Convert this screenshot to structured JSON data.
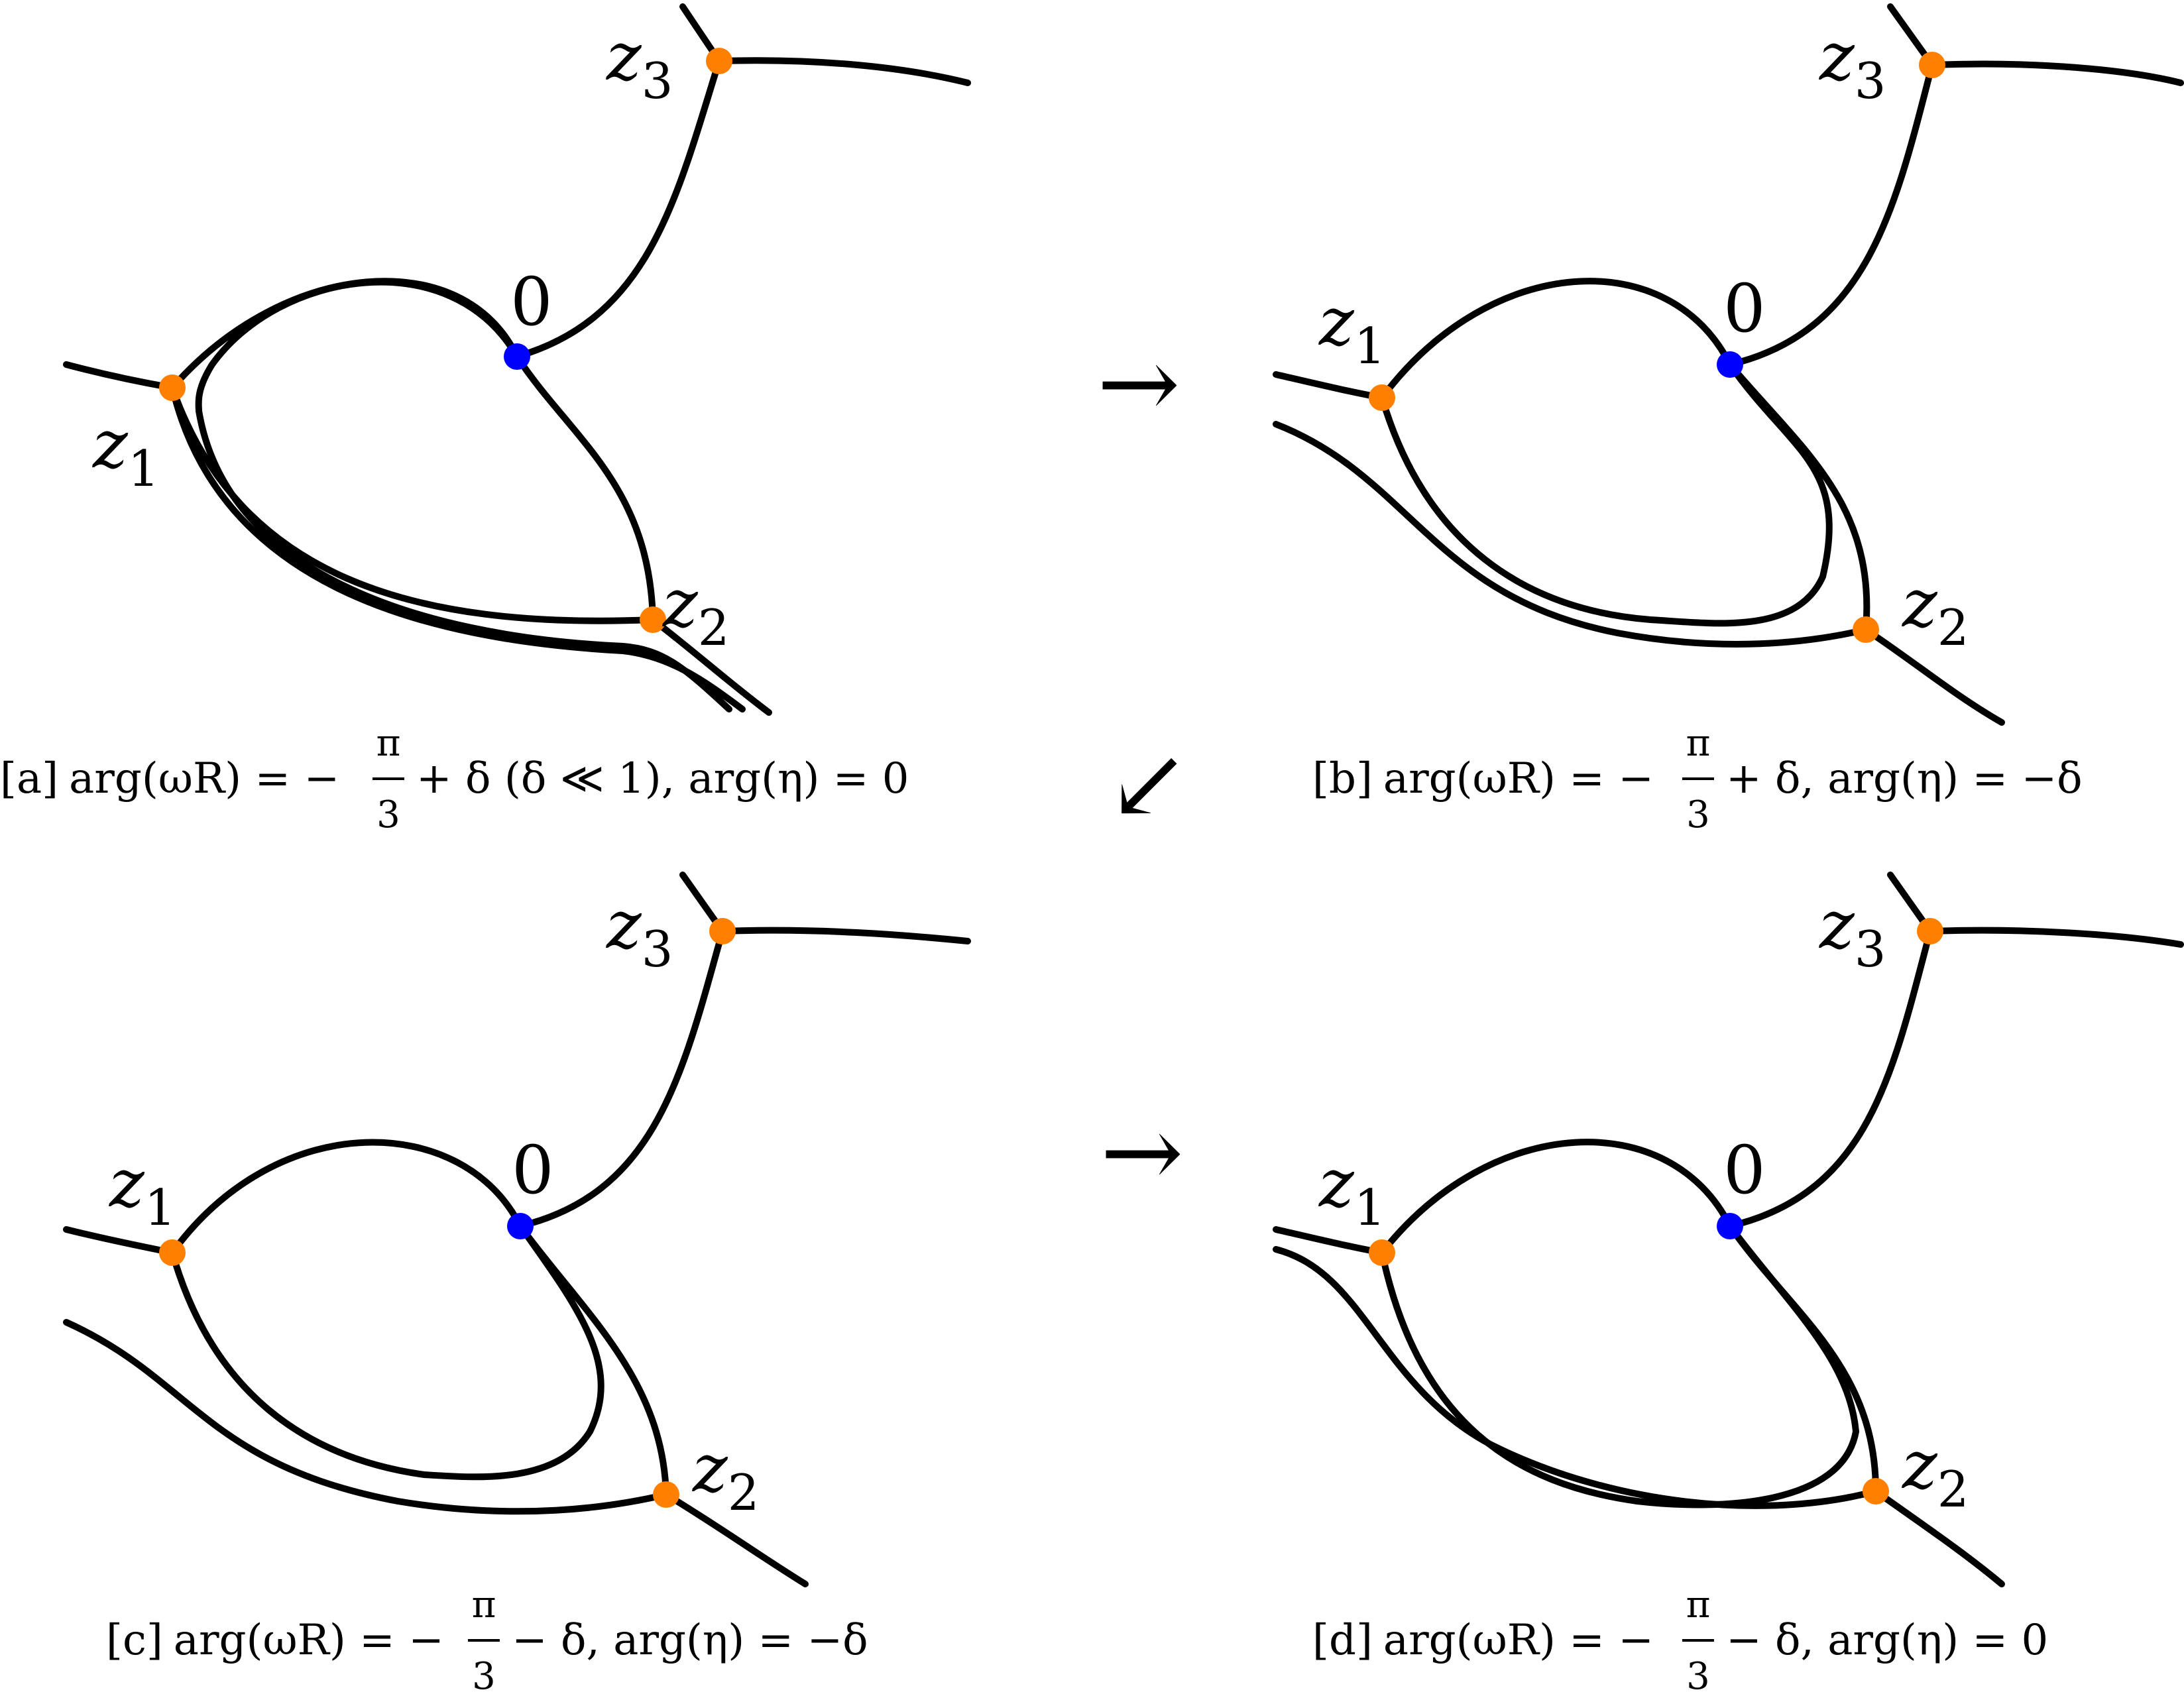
{
  "points": {
    "z1": "z1",
    "z2": "z2",
    "z3": "z3",
    "origin": "0"
  },
  "colors": {
    "branch_point": "#ff8000",
    "origin_point": "#0000ff",
    "curve": "#000000"
  },
  "arrows": {
    "a_to_b": "→",
    "b_to_c": "↙",
    "c_to_d": "→"
  },
  "panels": [
    {
      "tag": "[a]",
      "caption_lhs": "arg(ωR) = −",
      "frac_num": "π",
      "frac_den": "3",
      "caption_rhs": "+ δ  (δ ≪ 1),   arg(η) = 0"
    },
    {
      "tag": "[b]",
      "caption_lhs": "arg(ωR) = −",
      "frac_num": "π",
      "frac_den": "3",
      "caption_rhs": "+ δ,   arg(η) = −δ"
    },
    {
      "tag": "[c]",
      "caption_lhs": "arg(ωR) = −",
      "frac_num": "π",
      "frac_den": "3",
      "caption_rhs": "− δ,   arg(η) = −δ"
    },
    {
      "tag": "[d]",
      "caption_lhs": "arg(ωR) = −",
      "frac_num": "π",
      "frac_den": "3",
      "caption_rhs": "− δ,   arg(η) = 0"
    }
  ]
}
